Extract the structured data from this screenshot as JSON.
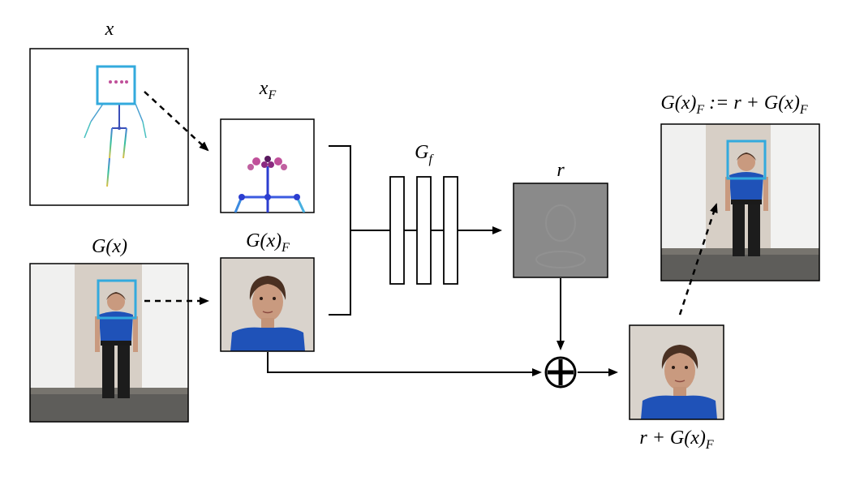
{
  "labels": {
    "x": {
      "main": "x"
    },
    "xf": {
      "main": "x",
      "sub": "F"
    },
    "gx": {
      "main": "G(x)"
    },
    "gxf": {
      "main": "G(x)",
      "sub": "F"
    },
    "gf": {
      "main": "G",
      "sub": "f"
    },
    "r": {
      "main": "r"
    },
    "result_top": {
      "main": "G(x)",
      "sub1": "F",
      "middle": " := r + G(x)",
      "sub2": "F"
    },
    "result_bottom": {
      "main": "r + G(x)",
      "sub": "F"
    }
  },
  "colors": {
    "bbox": "#33aadd",
    "shirt": "#1f52b8",
    "residual": "#8a8a8a",
    "skeleton_pink": "#c0509a",
    "skeleton_blue": "#2c3ed0"
  },
  "icons": [
    "pose-skeleton",
    "face-pose",
    "person-photo",
    "face-photo",
    "residual-map",
    "sum-icon"
  ]
}
